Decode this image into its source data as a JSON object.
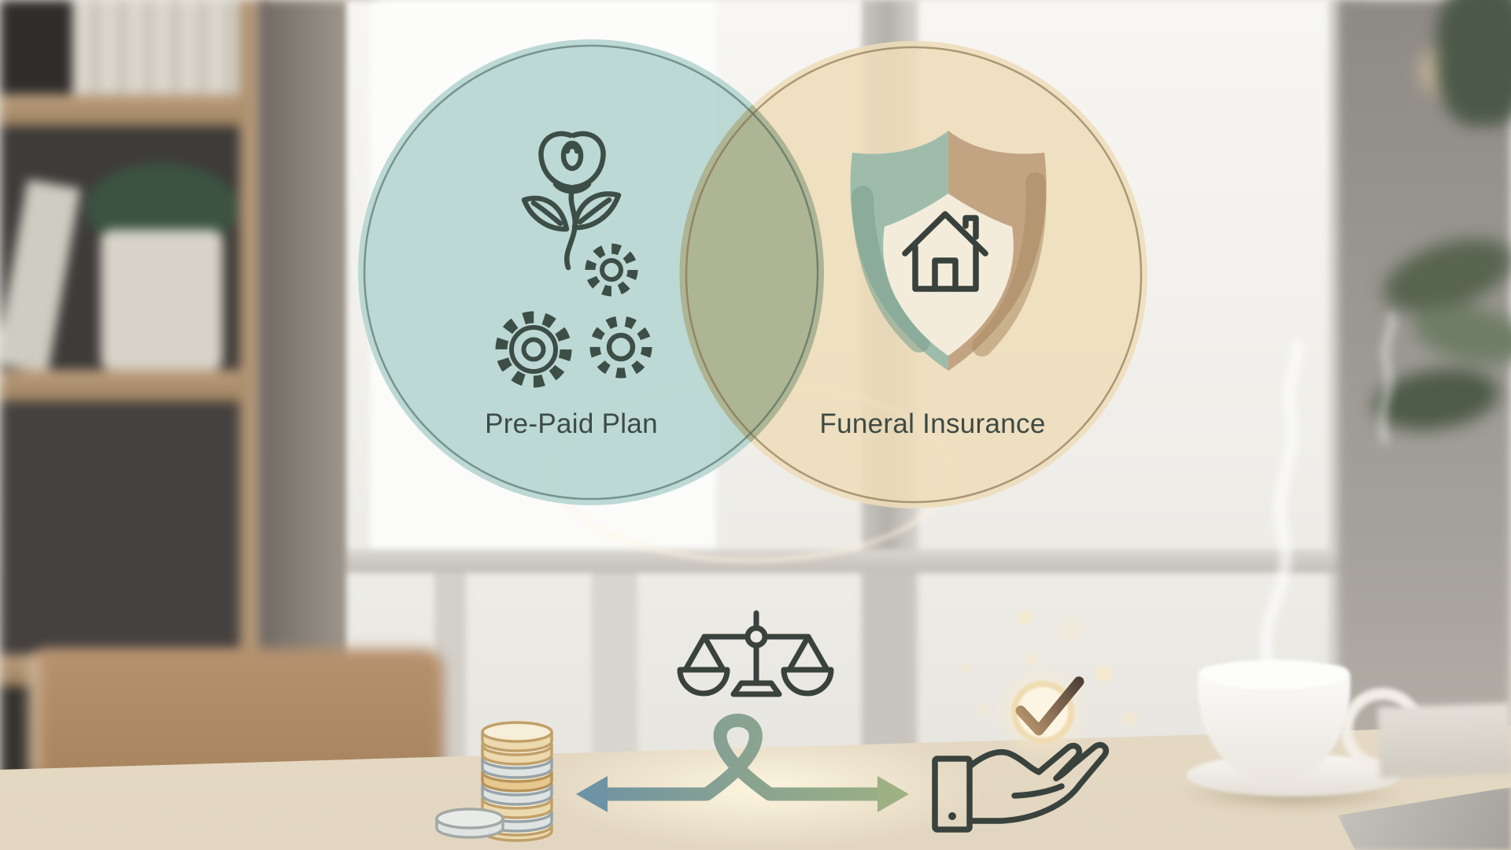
{
  "diagram": {
    "type": "venn-comparison",
    "left_circle": {
      "label": "Pre-Paid Plan",
      "fill": "#b3d3cf",
      "border": "#4e706a",
      "icon": "flower-and-gears-icon",
      "icon_color": "#3d4e47"
    },
    "right_circle": {
      "label": "Funeral Insurance",
      "fill": "#eeddba",
      "border": "#8d7a54",
      "icon": "shield-house-icon",
      "shield_left_color": "#9fbcab",
      "shield_right_color": "#c2a483",
      "shield_inner_color": "#f3ecda",
      "house_color": "#38413c"
    },
    "overlap_fill": "#a8b190"
  },
  "bottom_row": {
    "icons": [
      {
        "name": "coin-stack-icon",
        "coin_colors": [
          "#c1a069",
          "#97a3a8"
        ]
      },
      {
        "name": "balance-scales-icon",
        "color": "#39423d"
      },
      {
        "name": "two-way-loop-arrow-icon",
        "gradient": [
          "#6e93a4",
          "#9db183"
        ]
      },
      {
        "name": "check-circle-icon",
        "check_dark": "#4f4136",
        "check_light": "#b5926b",
        "glow": "#ffeecb"
      },
      {
        "name": "giving-hand-icon",
        "color": "#39423d"
      }
    ]
  },
  "scene": {
    "background_objects": [
      "bookshelf",
      "window",
      "wooden-chair",
      "desk-table",
      "coffee-cup",
      "steam",
      "plant",
      "notebook",
      "laptop"
    ]
  }
}
